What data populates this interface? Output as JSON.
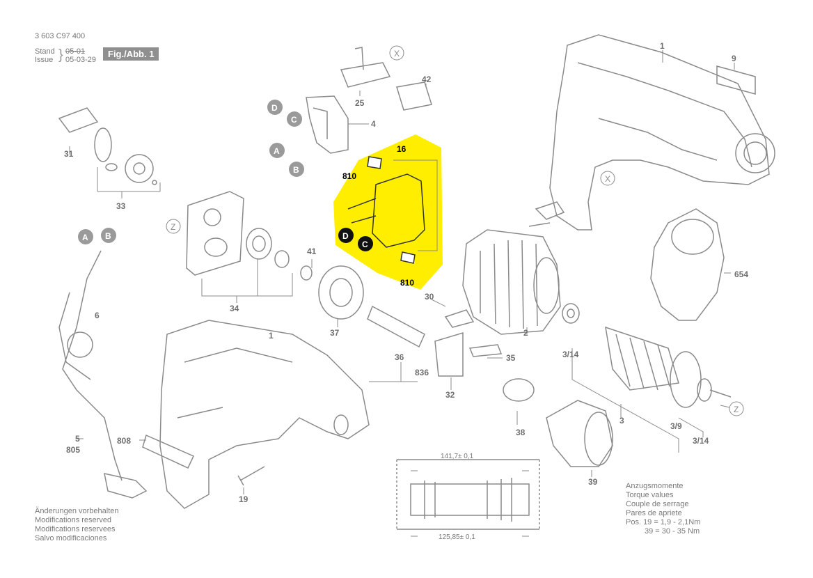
{
  "header": {
    "doc_number": "3 603 C97 400",
    "stand_label": "Stand",
    "stand_value": "05-01",
    "issue_label": "Issue",
    "issue_value": "05-03-29",
    "figure_label": "Fig./Abb. 1"
  },
  "footer_left": {
    "lines": [
      "Änderungen vorbehalten",
      "Modifications reserved",
      "Modifications reservees",
      "Salvo modificaciones"
    ]
  },
  "torque": {
    "lines": [
      "Anzugsmomente",
      "Torque values",
      "Couple de serrage",
      "Pares de apriete"
    ],
    "pos19": "Pos. 19 = 1,9 - 2,1Nm",
    "pos39": "39 = 30 - 35 Nm"
  },
  "dimensions": {
    "top": "141,7± 0,1",
    "bottom": "125,85± 0,1"
  },
  "highlight_color": "#ffee00",
  "parts": {
    "p1a": "1",
    "p9": "9",
    "pX1": "X",
    "p25": "25",
    "p42": "42",
    "p4": "4",
    "p16": "16",
    "p810a": "810",
    "p810b": "810",
    "p31": "31",
    "p33": "33",
    "pZ1": "Z",
    "p34": "34",
    "p41": "41",
    "p6": "6",
    "p37": "37",
    "p30": "30",
    "p2": "2",
    "p654": "654",
    "pX2": "X",
    "p36": "36",
    "p836": "836",
    "p35": "35",
    "p32": "32",
    "p1b": "1",
    "p3_14a": "3/14",
    "p3": "3",
    "p3_9": "3/9",
    "p3_14b": "3/14",
    "pZ2": "Z",
    "p5": "5",
    "p805": "805",
    "p808": "808",
    "p38": "38",
    "p39": "39",
    "p19": "19"
  },
  "markers": {
    "A": "A",
    "B": "B",
    "C": "C",
    "D": "D"
  }
}
